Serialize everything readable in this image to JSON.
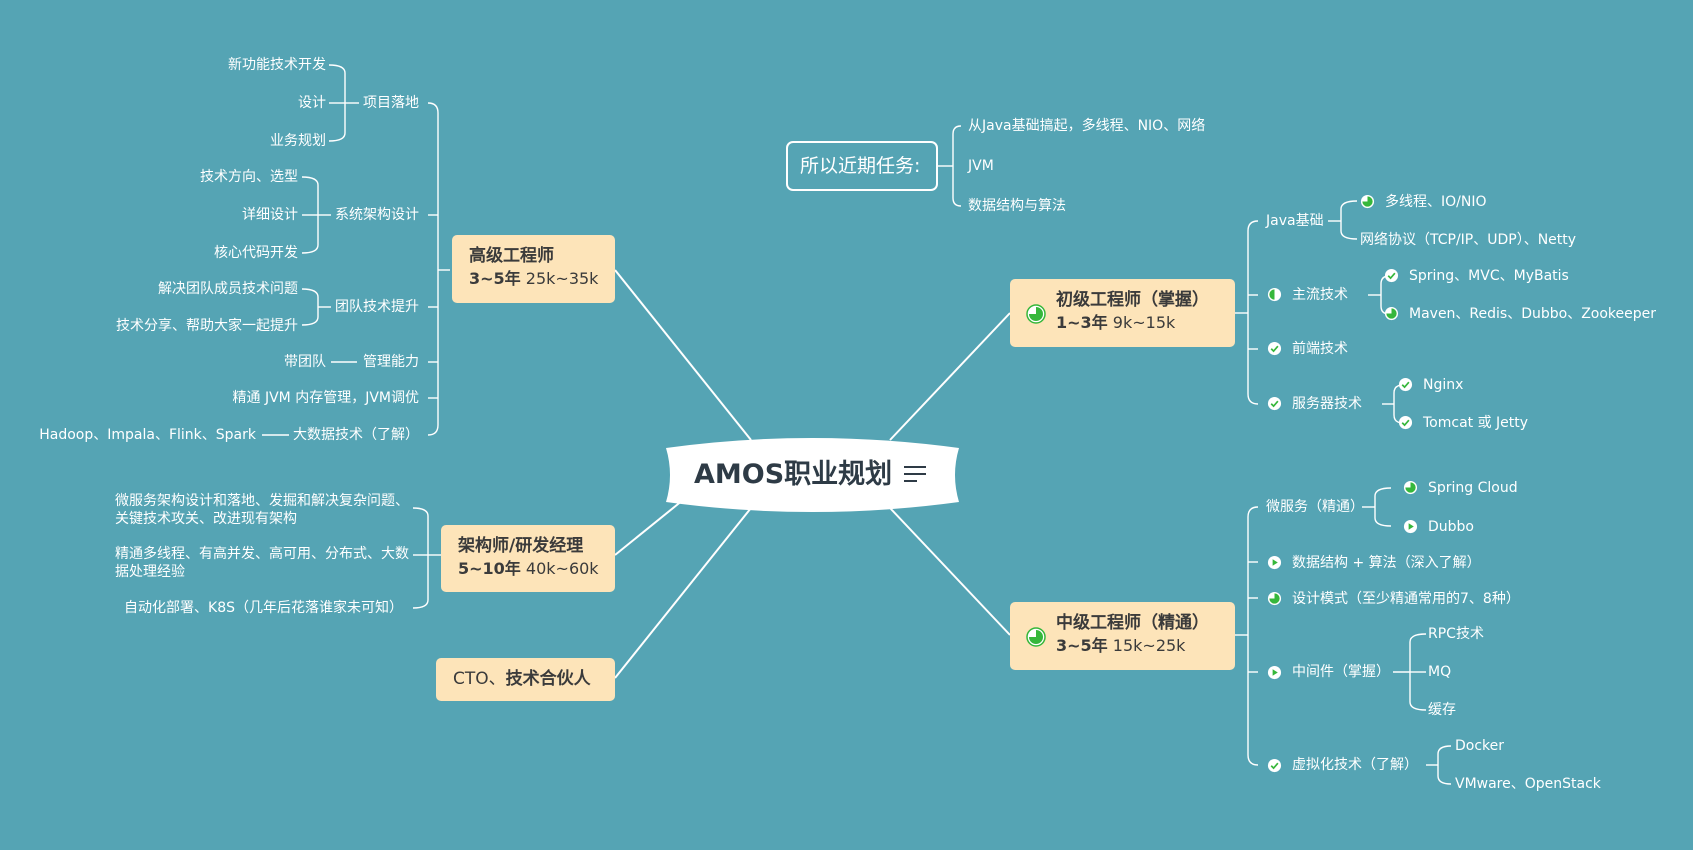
{
  "central": {
    "title": "AMOS职业规划",
    "icon": "menu-lines-icon"
  },
  "recent_tasks": {
    "title": "所以近期任务:",
    "items": [
      "从Java基础搞起，多线程、NIO、网络",
      "JVM",
      "数据结构与算法"
    ]
  },
  "senior": {
    "title": "高级工程师",
    "years": "3~5年",
    "salary": "25k~35k",
    "project_landing": {
      "label": "项目落地",
      "items": [
        "新功能技术开发",
        "设计",
        "业务规划"
      ]
    },
    "system_arch": {
      "label": "系统架构设计",
      "items": [
        "技术方向、选型",
        "详细设计",
        "核心代码开发"
      ]
    },
    "team_tech": {
      "label": "团队技术提升",
      "items": [
        "解决团队成员技术问题",
        "技术分享、帮助大家一起提升"
      ]
    },
    "management": {
      "label": "管理能力",
      "item": "带团队"
    },
    "jvm": "精通 JVM 内存管理，JVM调优",
    "bigdata": {
      "label": "大数据技术（了解）",
      "item": "Hadoop、Impala、Flink、Spark"
    }
  },
  "architect": {
    "title": "架构师/研发经理",
    "years": "5~10年",
    "salary": "40k~60k",
    "items": [
      "微服务架构设计和落地、发掘和解决复杂问题、关键技术攻关、改进现有架构",
      "精通多线程、有高并发、高可用、分布式、大数据处理经验",
      "自动化部署、K8S（几年后花落谁家未可知）"
    ]
  },
  "cto": {
    "prefix": "CTO、",
    "title": "技术合伙人"
  },
  "junior": {
    "title": "初级工程师（掌握）",
    "years": "1~3年",
    "salary": "9k~15k",
    "java_basics": {
      "label": "Java基础",
      "items": [
        "多线程、IO/NIO",
        "网络协议（TCP/IP、UDP）、Netty"
      ]
    },
    "mainstream": {
      "label": "主流技术",
      "items": [
        "Spring、MVC、MyBatis",
        "Maven、Redis、Dubbo、Zookeeper"
      ]
    },
    "frontend": {
      "label": "前端技术"
    },
    "server": {
      "label": "服务器技术",
      "items": [
        "Nginx",
        "Tomcat 或 Jetty"
      ]
    }
  },
  "mid": {
    "title": "中级工程师（精通）",
    "years": "3~5年",
    "salary": "15k~25k",
    "microservices": {
      "label": "微服务（精通）",
      "items": [
        "Spring Cloud",
        "Dubbo"
      ]
    },
    "ds_algo": "数据结构 + 算法（深入了解）",
    "patterns": "设计模式（至少精通常用的7、8种）",
    "middleware": {
      "label": "中间件（掌握）",
      "items": [
        "RPC技术",
        "MQ",
        "缓存"
      ]
    },
    "virtualization": {
      "label": "虚拟化技术（了解）",
      "items": [
        "Docker",
        "VMware、OpenStack"
      ]
    }
  },
  "colors": {
    "background": "#55a4b4",
    "box": "#fde4b9",
    "line": "#ffffff",
    "check": "#36b73b",
    "text_dark": "#3b3b3b"
  }
}
